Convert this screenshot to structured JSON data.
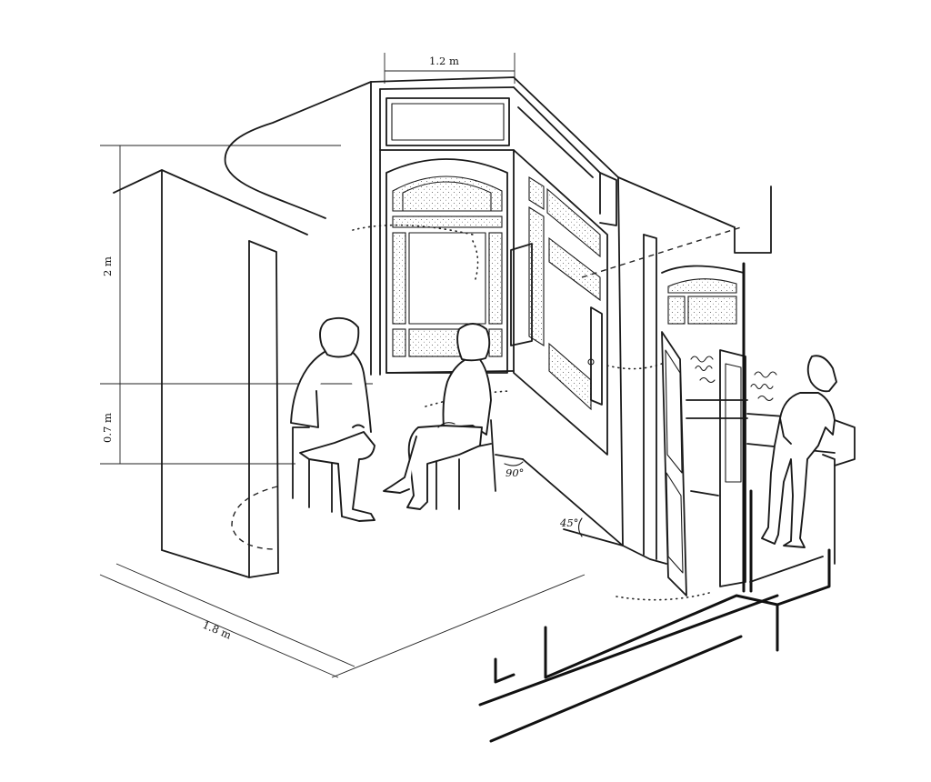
{
  "dimensions": {
    "width_label": "1.2 m",
    "height_label": "2 m",
    "seat_height_label": "0.7 m",
    "depth_label": "1.8 m"
  },
  "angles": {
    "door_open_label": "90°",
    "door_half_label": "45°"
  }
}
